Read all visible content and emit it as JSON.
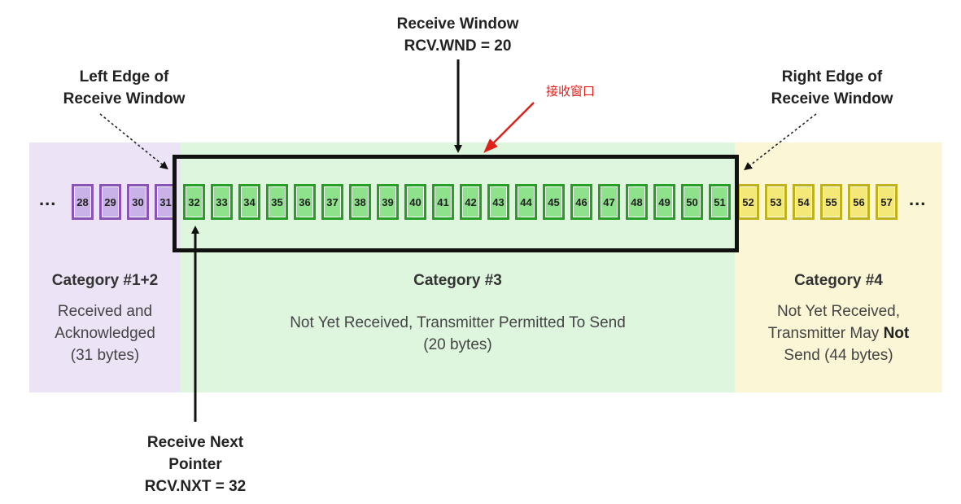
{
  "top_label": {
    "line1": "Receive Window",
    "line2": "RCV.WND = 20"
  },
  "left_edge_label": {
    "line1": "Left Edge of",
    "line2": "Receive Window"
  },
  "right_edge_label": {
    "line1": "Right Edge of",
    "line2": "Receive Window"
  },
  "annotation_cn": "接收窗口",
  "ellipsis": "...",
  "bytes": {
    "purple": [
      "28",
      "29",
      "30",
      "31"
    ],
    "green": [
      "32",
      "33",
      "34",
      "35",
      "36",
      "37",
      "38",
      "39",
      "40",
      "41",
      "42",
      "43",
      "44",
      "45",
      "46",
      "47",
      "48",
      "49",
      "50",
      "51"
    ],
    "yellow": [
      "52",
      "53",
      "54",
      "55",
      "56",
      "57"
    ]
  },
  "categories": {
    "cat12": {
      "title": "Category #1+2",
      "line1": "Received and",
      "line2": "Acknowledged",
      "line3": "(31 bytes)"
    },
    "cat3": {
      "title": "Category #3",
      "line1": "Not Yet Received, Transmitter Permitted To Send",
      "line2": "(20 bytes)"
    },
    "cat4": {
      "title": "Category #4",
      "line1": "Not Yet Received,",
      "line2a": "Transmitter May ",
      "line2b": "Not",
      "line3": "Send (44 bytes)"
    }
  },
  "next_pointer_label": {
    "line1": "Receive Next",
    "line2": "Pointer",
    "line3": "RCV.NXT = 32"
  },
  "colors": {
    "purple_region": "#ece3f7",
    "green_region": "#def5de",
    "yellow_region": "#fbf6d6",
    "annotation_red": "#e0201b"
  }
}
